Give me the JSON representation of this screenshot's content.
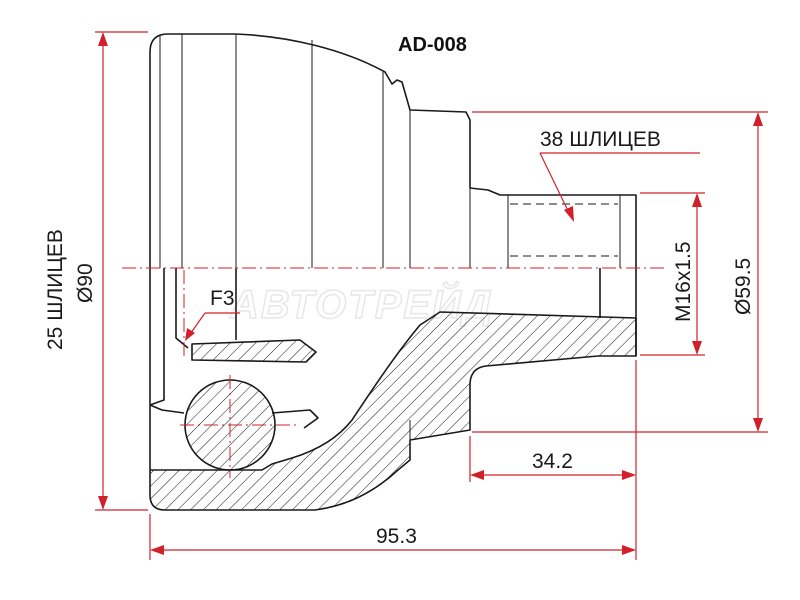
{
  "part_number": "AD-008",
  "watermark": "АВТОТРЕЙД",
  "labels": {
    "outer_splines": "38 ШЛИЦЕВ",
    "inner_splines": "25 ШЛИЦЕВ",
    "housing_diameter": "Ø90",
    "thread": "M16x1.5",
    "shaft_diameter": "Ø59.5",
    "total_length": "95.3",
    "shaft_length": "34.2",
    "chamfer": "F3"
  },
  "colors": {
    "dimension": "#d2202a",
    "outline": "#1a1a1a",
    "watermark": "#e6e6e6"
  }
}
